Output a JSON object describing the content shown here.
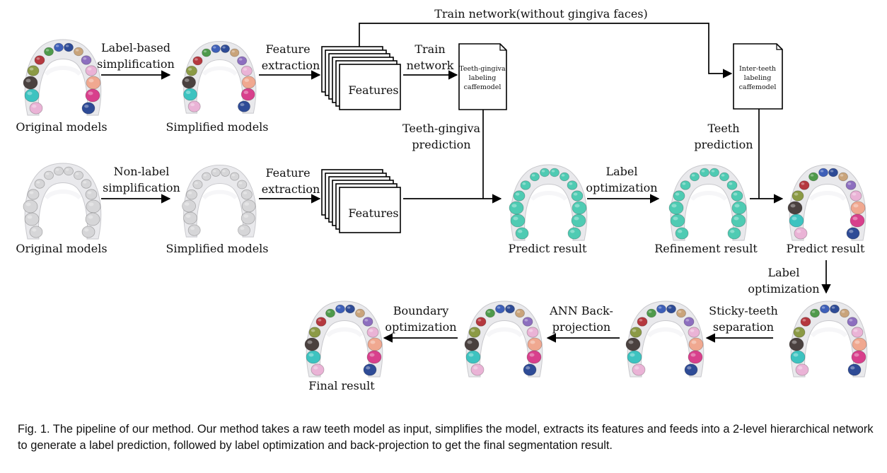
{
  "labels": {
    "original_models_1": "Original models",
    "simplified_models_1": "Simplified models",
    "original_models_2": "Original models",
    "simplified_models_2": "Simplified models",
    "label_based_1": "Label-based",
    "label_based_2": "simplification",
    "non_label_1": "Non-label",
    "non_label_2": "simplification",
    "feature_extraction_top_1": "Feature",
    "feature_extraction_top_2": "extraction",
    "feature_extraction_bottom_1": "Feature",
    "feature_extraction_bottom_2": "extraction",
    "features_top": "Features",
    "features_bottom": "Features",
    "train_network_1": "Train",
    "train_network_2": "network",
    "train_network_top": "Train network(without gingiva faces)",
    "tg_model_1": "Teeth-gingiva",
    "tg_model_2": "labeling",
    "tg_model_3": "caffemodel",
    "it_model_1": "Inter-teeth",
    "it_model_2": "labeling",
    "it_model_3": "caffemodel",
    "tg_pred_1": "Teeth-gingiva",
    "tg_pred_2": "prediction",
    "teeth_pred_1": "Teeth",
    "teeth_pred_2": "prediction",
    "label_opt_mid_1": "Label",
    "label_opt_mid_2": "optimization",
    "label_opt_right_1": "Label",
    "label_opt_right_2": "optimization",
    "predict_result_1": "Predict result",
    "refinement_result": "Refinement result",
    "predict_result_2": "Predict result",
    "sticky_1": "Sticky-teeth",
    "sticky_2": "separation",
    "ann_1": "ANN Back-",
    "ann_2": "projection",
    "boundary_1": "Boundary",
    "boundary_2": "optimization",
    "final_result": "Final result"
  },
  "caption": "Fig. 1. The pipeline of our method. Our method takes a raw teeth model as input, simplifies the model, extracts its features and feeds into a 2-level hierarchical network to generate a label prediction, followed by label optimization and back-projection to get the final segmentation result.",
  "colors": {
    "gum": "#e9e9ec",
    "gum_edge": "#c8c8cc",
    "tooth_gray": "#d6d6d8",
    "tooth_teal": "#4fcbb3",
    "arrow": "#000000",
    "lbl_blue": "#3e5fb8",
    "lbl_navy": "#2e4b96",
    "lbl_teal": "#3dc3c0",
    "lbl_green": "#4f9a4b",
    "lbl_lgreen": "#7cb04d",
    "lbl_olive": "#8b9a45",
    "lbl_dark": "#4a413f",
    "lbl_red": "#b5383f",
    "lbl_pink": "#e0568f",
    "lbl_magenta": "#d8408c",
    "lbl_salmon": "#f0a890",
    "lbl_lpink": "#eab3d6",
    "lbl_tan": "#c9a47b",
    "lbl_purple": "#8d6fbf"
  },
  "icons": [
    "teeth-model",
    "document-icon",
    "stacked-pages-icon",
    "arrow"
  ]
}
